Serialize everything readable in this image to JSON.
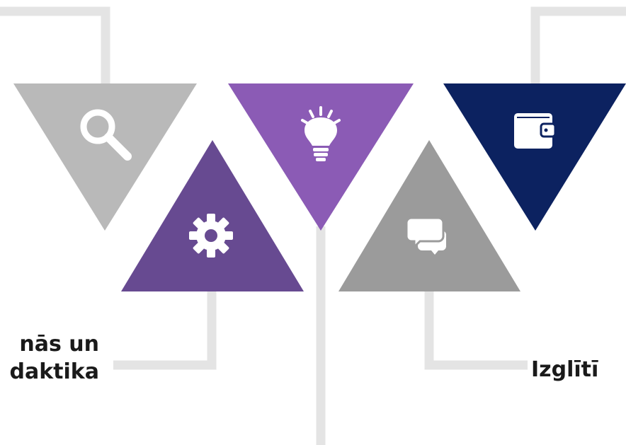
{
  "labels": {
    "left_line1": "nās un",
    "left_line2": "daktika",
    "right": "Izglītī"
  },
  "colors": {
    "connector": "#e4e4e4",
    "gray_light": "#b9b9b9",
    "purple_dark": "#674a91",
    "purple_light": "#8b5bb5",
    "gray_mid": "#9b9b9b",
    "navy": "#0c2260",
    "icon": "#ffffff"
  },
  "icons": [
    "search-icon",
    "gear-icon",
    "lightbulb-icon",
    "chat-icon",
    "wallet-icon"
  ]
}
